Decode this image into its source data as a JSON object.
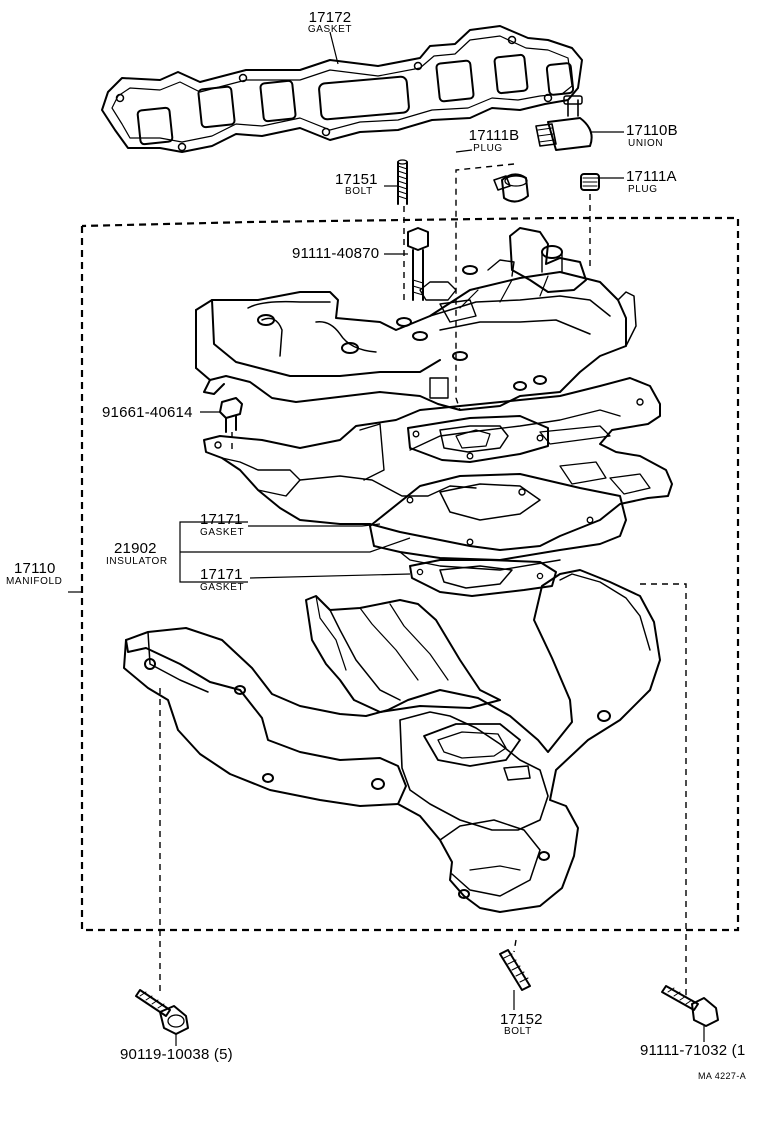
{
  "parts": {
    "gasket_17172": {
      "number": "17172",
      "name": "GASKET"
    },
    "plug_17111b": {
      "number": "17111B",
      "name": "PLUG"
    },
    "union_17110b": {
      "number": "17110B",
      "name": "UNION"
    },
    "bolt_17151": {
      "number": "17151",
      "name": "BOLT"
    },
    "plug_17111a": {
      "number": "17111A",
      "name": "PLUG"
    },
    "bolt_91111_40870": {
      "number": "91111-40870"
    },
    "bolt_91661_40614": {
      "number": "91661-40614"
    },
    "gasket_17171_upper": {
      "number": "17171",
      "name": "GASKET"
    },
    "insulator_21902": {
      "number": "21902",
      "name": "INSULATOR"
    },
    "gasket_17171_lower": {
      "number": "17171",
      "name": "GASKET"
    },
    "manifold_17110": {
      "number": "17110",
      "name": "MANIFOLD"
    },
    "bolt_90119_10038": {
      "number": "90119-10038 (5)"
    },
    "bolt_17152": {
      "number": "17152",
      "name": "BOLT"
    },
    "bolt_91111_71032": {
      "number": "91111-71032 (1"
    }
  },
  "figure_code": "MA 4227-A"
}
